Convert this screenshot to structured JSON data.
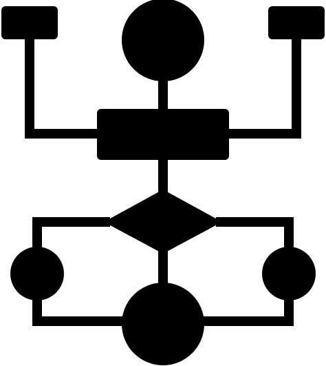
{
  "diagram": {
    "kind": "flowchart-icon",
    "fill_color": "#000000",
    "background_color": "#ffffff",
    "nodes": [
      {
        "id": "top-left-box",
        "shape": "rounded-rectangle"
      },
      {
        "id": "top-right-box",
        "shape": "rounded-rectangle"
      },
      {
        "id": "top-circle",
        "shape": "circle"
      },
      {
        "id": "center-process-box",
        "shape": "rectangle"
      },
      {
        "id": "decision-diamond",
        "shape": "diamond"
      },
      {
        "id": "left-circle",
        "shape": "circle"
      },
      {
        "id": "right-circle",
        "shape": "circle"
      },
      {
        "id": "bottom-circle",
        "shape": "circle"
      }
    ],
    "edges": [
      {
        "from": "top-circle",
        "to": "center-process-box"
      },
      {
        "from": "top-left-box",
        "to": "center-process-box"
      },
      {
        "from": "top-right-box",
        "to": "center-process-box"
      },
      {
        "from": "center-process-box",
        "to": "decision-diamond"
      },
      {
        "from": "decision-diamond",
        "to": "bottom-circle"
      },
      {
        "from": "decision-diamond",
        "to": "left-circle"
      },
      {
        "from": "decision-diamond",
        "to": "right-circle"
      },
      {
        "from": "left-circle",
        "to": "bottom-circle"
      },
      {
        "from": "right-circle",
        "to": "bottom-circle"
      }
    ]
  }
}
